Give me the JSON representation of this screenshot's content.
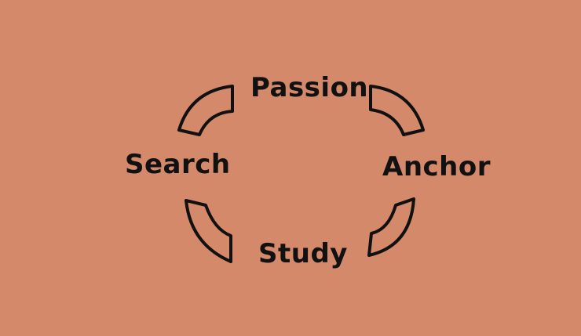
{
  "diagram": {
    "background_color": "#d4896a",
    "stroke_color": "#111111",
    "nodes": {
      "top": "Passion",
      "right": "Anchor",
      "bottom": "Study",
      "left": "Search"
    }
  }
}
